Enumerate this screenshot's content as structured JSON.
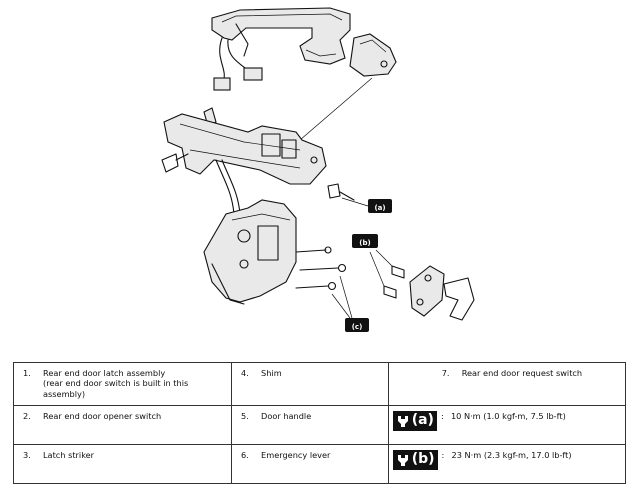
{
  "diagram": {
    "torque_labels": [
      "(a)",
      "(b)",
      "(c)"
    ]
  },
  "legend": {
    "items": [
      {
        "num": "1.",
        "text": "Rear end door latch assembly",
        "subtext": "(rear end door switch is built in this assembly)"
      },
      {
        "num": "2.",
        "text": "Rear end door opener switch"
      },
      {
        "num": "3.",
        "text": "Latch striker"
      },
      {
        "num": "4.",
        "text": "Shim"
      },
      {
        "num": "5.",
        "text": "Door handle"
      },
      {
        "num": "6.",
        "text": "Emergency lever"
      },
      {
        "num": "7.",
        "text": "Rear end door request switch"
      }
    ],
    "torques": [
      {
        "label": "(a)",
        "value": "10 N·m (1.0 kgf-m, 7.5 lb-ft)"
      },
      {
        "label": "(b)",
        "value": "23 N·m (2.3 kgf-m, 17.0 lb-ft)"
      }
    ],
    "colon": ":"
  }
}
